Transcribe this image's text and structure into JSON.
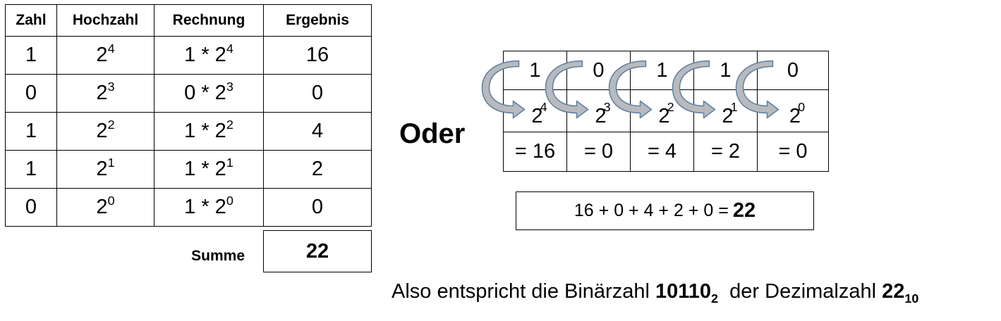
{
  "left_table": {
    "headers": [
      "Zahl",
      "Hochzahl",
      "Rechnung",
      "Ergebnis"
    ],
    "rows": [
      {
        "zahl": "1",
        "base": "2",
        "exp": "4",
        "calc_prefix": "1 * 2",
        "calc_exp": "4",
        "ergebnis": "16"
      },
      {
        "zahl": "0",
        "base": "2",
        "exp": "3",
        "calc_prefix": "0 * 2",
        "calc_exp": "3",
        "ergebnis": "0"
      },
      {
        "zahl": "1",
        "base": "2",
        "exp": "2",
        "calc_prefix": "1 * 2",
        "calc_exp": "2",
        "ergebnis": "4"
      },
      {
        "zahl": "1",
        "base": "2",
        "exp": "1",
        "calc_prefix": "1 * 2",
        "calc_exp": "1",
        "ergebnis": "2"
      },
      {
        "zahl": "0",
        "base": "2",
        "exp": "0",
        "calc_prefix": "1 * 2",
        "calc_exp": "0",
        "ergebnis": "0"
      }
    ],
    "summe_label": "Summe",
    "summe_value": "22"
  },
  "oder_label": "Oder",
  "right_grid": {
    "bits": [
      "1",
      "0",
      "1",
      "1",
      "0"
    ],
    "powers": [
      {
        "base": "2",
        "exp": "4"
      },
      {
        "base": "2",
        "exp": "3"
      },
      {
        "base": "2",
        "exp": "2"
      },
      {
        "base": "2",
        "exp": "1"
      },
      {
        "base": "2",
        "exp": "0"
      }
    ],
    "results": [
      "= 16",
      "= 0",
      "= 4",
      "= 2",
      "= 0"
    ],
    "arrow_fill_color": "#b8babd",
    "arrow_stroke_color": "#5b7fa6"
  },
  "sum_line": {
    "expression": "16 + 0 + 4 + 2 + 0 =",
    "result": "22"
  },
  "conclusion": {
    "prefix": "Also entspricht die Binärzahl",
    "binary": "10110",
    "binary_base": "2",
    "middle": "der Dezimalzahl",
    "decimal": "22",
    "decimal_base": "10"
  }
}
